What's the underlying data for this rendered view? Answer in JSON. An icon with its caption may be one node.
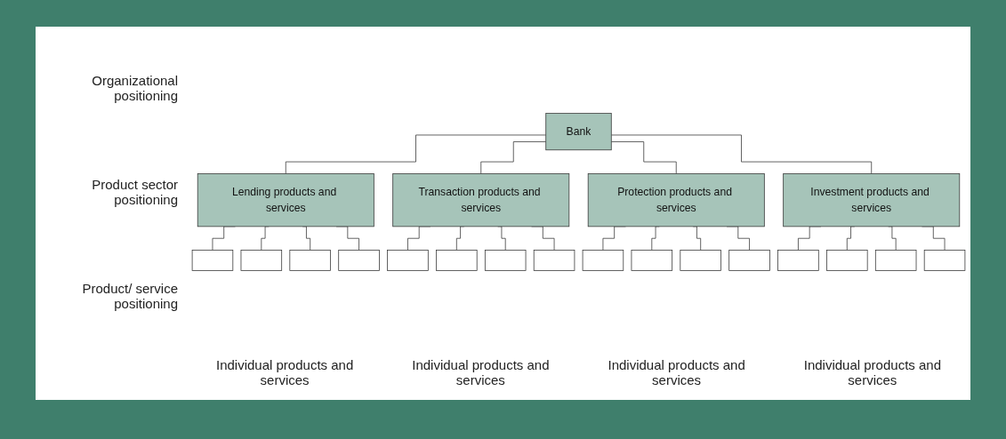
{
  "diagram": {
    "nodes": [
      {
        "text": [
          "Bank"
        ]
      },
      {
        "text": [
          "Lending products and services"
        ]
      },
      {
        "text": [
          "Transaction products and services"
        ]
      },
      {
        "text": [
          "Protection products and services"
        ]
      },
      {
        "text": [
          "Investment products and services"
        ]
      },
      {
        "text": [],
        "shape": "box"
      },
      {
        "text": [],
        "shape": "box"
      },
      {
        "text": [],
        "shape": "box"
      },
      {
        "text": [],
        "shape": "box"
      },
      {
        "text": [],
        "shape": "box"
      },
      {
        "text": [],
        "shape": "box"
      },
      {
        "text": [],
        "shape": "box"
      },
      {
        "text": [],
        "shape": "box"
      },
      {
        "text": [],
        "shape": "box"
      },
      {
        "text": [],
        "shape": "box"
      },
      {
        "text": [],
        "shape": "box"
      },
      {
        "text": [],
        "shape": "box"
      },
      {
        "text": [],
        "shape": "box"
      },
      {
        "text": [],
        "shape": "box"
      },
      {
        "text": [],
        "shape": "box"
      },
      {
        "text": [],
        "shape": "box"
      }
    ],
    "edges": [
      {
        "from": 0,
        "to": 1,
        "arrow": "none"
      },
      {
        "from": 0,
        "to": 2,
        "arrow": "none"
      },
      {
        "from": 0,
        "to": 3,
        "arrow": "none"
      },
      {
        "from": 0,
        "to": 4,
        "arrow": "none"
      },
      {
        "from": 1,
        "to": 5,
        "arrow": "none"
      },
      {
        "from": 1,
        "to": 6,
        "arrow": "none"
      },
      {
        "from": 1,
        "to": 7,
        "arrow": "none"
      },
      {
        "from": 1,
        "to": 8,
        "arrow": "none"
      },
      {
        "from": 2,
        "to": 9,
        "arrow": "none"
      },
      {
        "from": 2,
        "to": 10,
        "arrow": "none"
      },
      {
        "from": 2,
        "to": 11,
        "arrow": "none"
      },
      {
        "from": 2,
        "to": 12,
        "arrow": "none"
      },
      {
        "from": 3,
        "to": 13,
        "arrow": "none"
      },
      {
        "from": 3,
        "to": 14,
        "arrow": "none"
      },
      {
        "from": 3,
        "to": 15,
        "arrow": "none"
      },
      {
        "from": 3,
        "to": 16,
        "arrow": "none"
      },
      {
        "from": 4,
        "to": 17,
        "arrow": "none"
      },
      {
        "from": 4,
        "to": 18,
        "arrow": "none"
      },
      {
        "from": 4,
        "to": 19,
        "arrow": "none"
      },
      {
        "from": 4,
        "to": 20,
        "arrow": "none"
      }
    ],
    "labels": [
      "Organizational positioning",
      "Product sector positioning",
      "Product/ service positioning",
      "Individual products and services",
      "Individual products and services",
      "Individual products and services",
      "Individual products and services"
    ]
  }
}
